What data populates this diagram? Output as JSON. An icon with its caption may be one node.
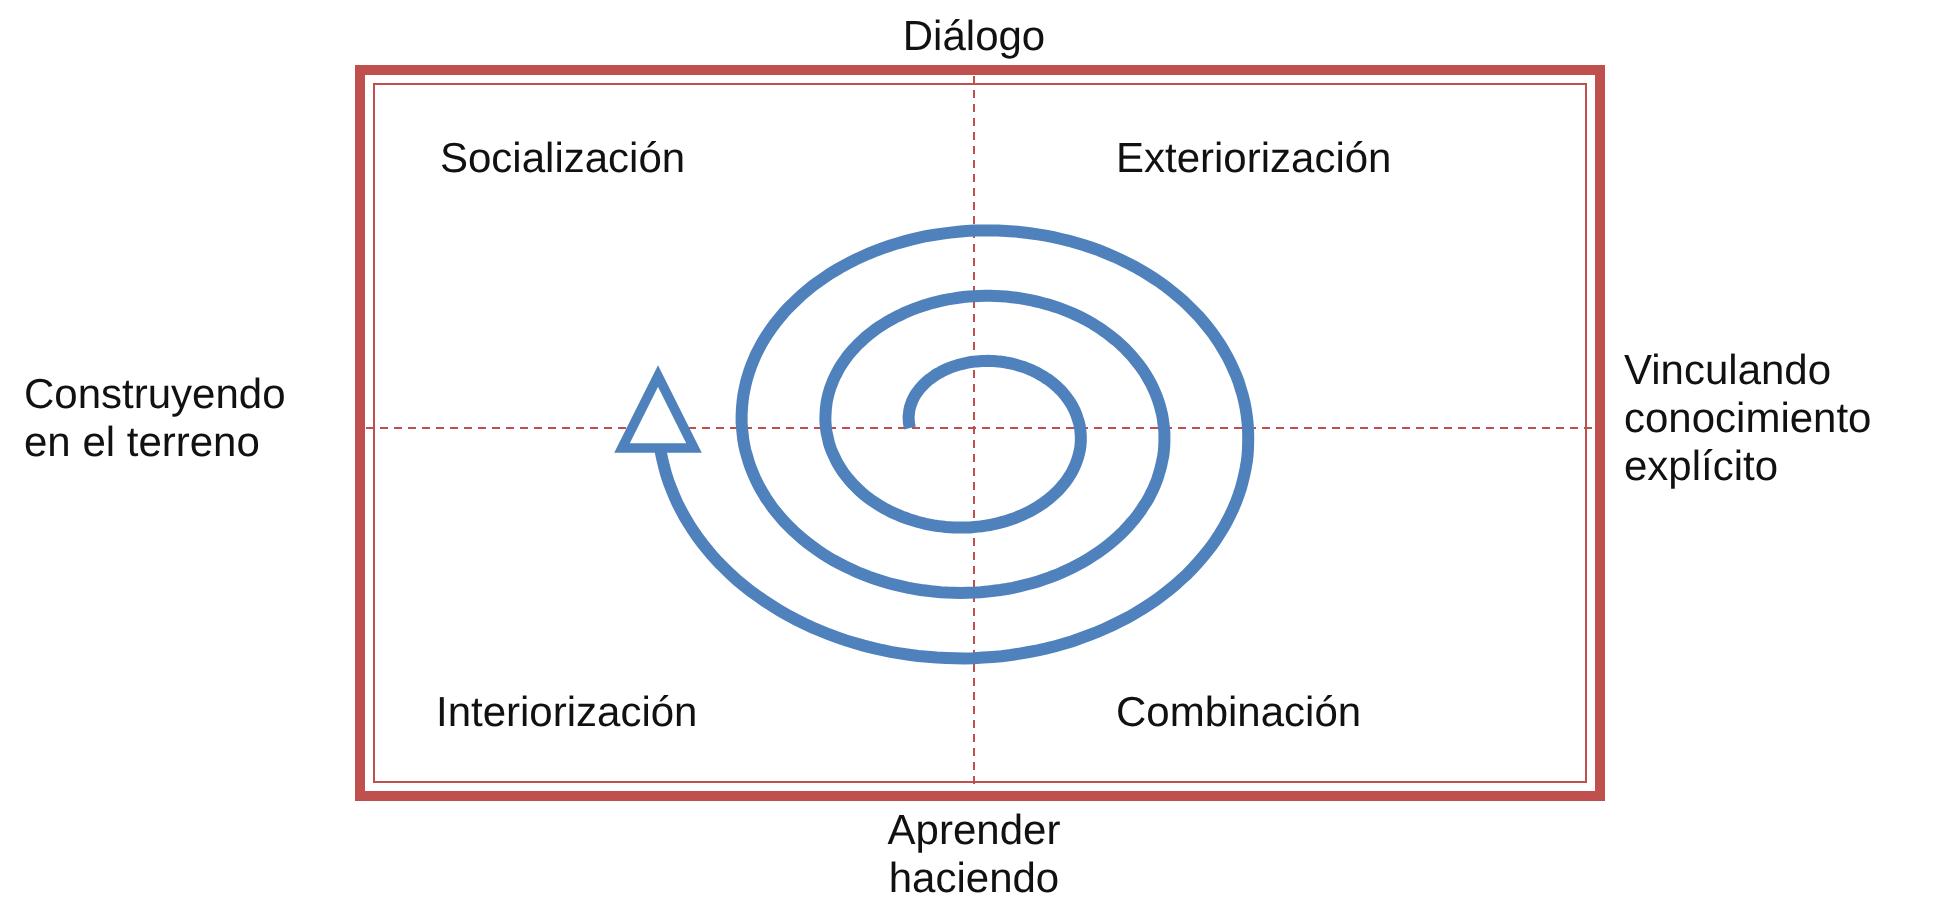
{
  "diagram": {
    "labels": [
      "Diálogo",
      "Socialización",
      "Exteriorización",
      "Construyendo en el terreno",
      "Vinculando conocimiento explícito",
      "Interiorización",
      "Combinación",
      "Aprender haciendo"
    ]
  }
}
